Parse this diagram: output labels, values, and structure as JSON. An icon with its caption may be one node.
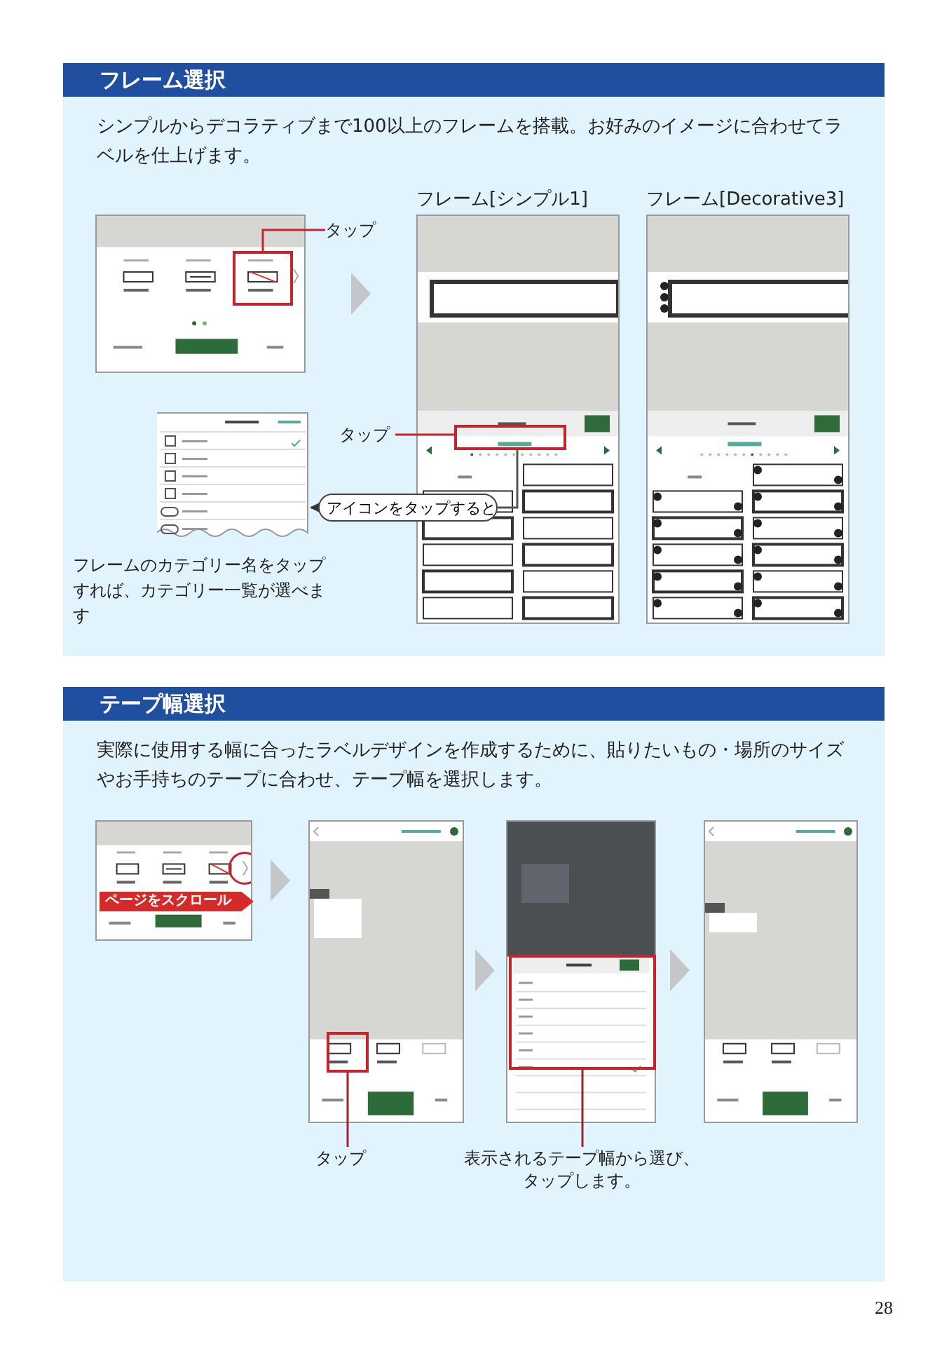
{
  "diagram": {
    "nodes": [
      {
        "text": [
          "フレーム選択",
          "シンプルからデコラティブまで100以上のフレームを搭載。お好みのイメージに合わせてラベルを仕上げます。"
        ]
      },
      {
        "text": [],
        "shape": "picture",
        "in": 0
      },
      {
        "text": [],
        "shape": "box",
        "in": 1
      },
      {
        "text": [
          "タップ"
        ],
        "in": 0
      },
      {
        "text": [],
        "shape": "picture",
        "in": 0,
        "beside": [
          "フレーム[シンプル1]"
        ]
      },
      {
        "text": [],
        "shape": "box",
        "in": 4
      },
      {
        "text": [],
        "shape": "picture",
        "in": 0,
        "beside": [
          "フレーム[Decorative3]"
        ]
      },
      {
        "text": [
          "タップ"
        ],
        "in": 0
      },
      {
        "text": [],
        "shape": "picture",
        "in": 0
      },
      {
        "text": [
          "アイコンをタップすると"
        ],
        "in": 0
      },
      {
        "text": [
          "テープ幅選択",
          "実際に使用する幅に合ったラベルデザインを作成するために、貼りたいもの・場所のサイズやお手持ちのテープに合わせ、テープ幅を選択します。"
        ]
      },
      {
        "text": [],
        "shape": "picture",
        "in": 10
      },
      {
        "text": [
          "ページをスクロール"
        ],
        "in": 11
      },
      {
        "text": [],
        "shape": "picture",
        "in": 10
      },
      {
        "text": [],
        "shape": "box",
        "in": 13
      },
      {
        "text": [],
        "shape": "picture",
        "in": 10
      },
      {
        "text": [],
        "shape": "box",
        "in": 15
      },
      {
        "text": [],
        "shape": "picture",
        "in": 10
      },
      {
        "text": [
          "タップ"
        ],
        "in": 10
      },
      {
        "text": [
          "表示されるテープ幅から選び、タップします。"
        ],
        "in": 10
      }
    ],
    "edges": [
      {
        "from": 3,
        "to": 2,
        "arrow": "none",
        "color": "#c8232c"
      },
      {
        "from": 1,
        "to": 4,
        "arrow": "to",
        "style": "thick",
        "color": "#c4c7ca"
      },
      {
        "from": 7,
        "to": 5,
        "arrow": "none",
        "color": "#c8232c"
      },
      {
        "from": 5,
        "to": 9,
        "arrow": "none",
        "color": "#555555"
      },
      {
        "from": 9,
        "to": 8,
        "arrow": "to",
        "color": "#333333"
      },
      {
        "from": 11,
        "to": 13,
        "arrow": "to",
        "style": "thick",
        "color": "#c4c7ca"
      },
      {
        "from": 13,
        "to": 15,
        "arrow": "to",
        "style": "thick",
        "color": "#c4c7ca"
      },
      {
        "from": 15,
        "to": 17,
        "arrow": "to",
        "style": "thick",
        "color": "#c4c7ca"
      },
      {
        "from": 18,
        "to": 14,
        "arrow": "none",
        "color": "#a0232a"
      },
      {
        "from": 19,
        "to": 16,
        "arrow": "none",
        "color": "#a0232a"
      }
    ],
    "labels": [
      "フレームのカテゴリー名をタップすれば、カテゴリー一覧が選べます",
      "28"
    ]
  }
}
